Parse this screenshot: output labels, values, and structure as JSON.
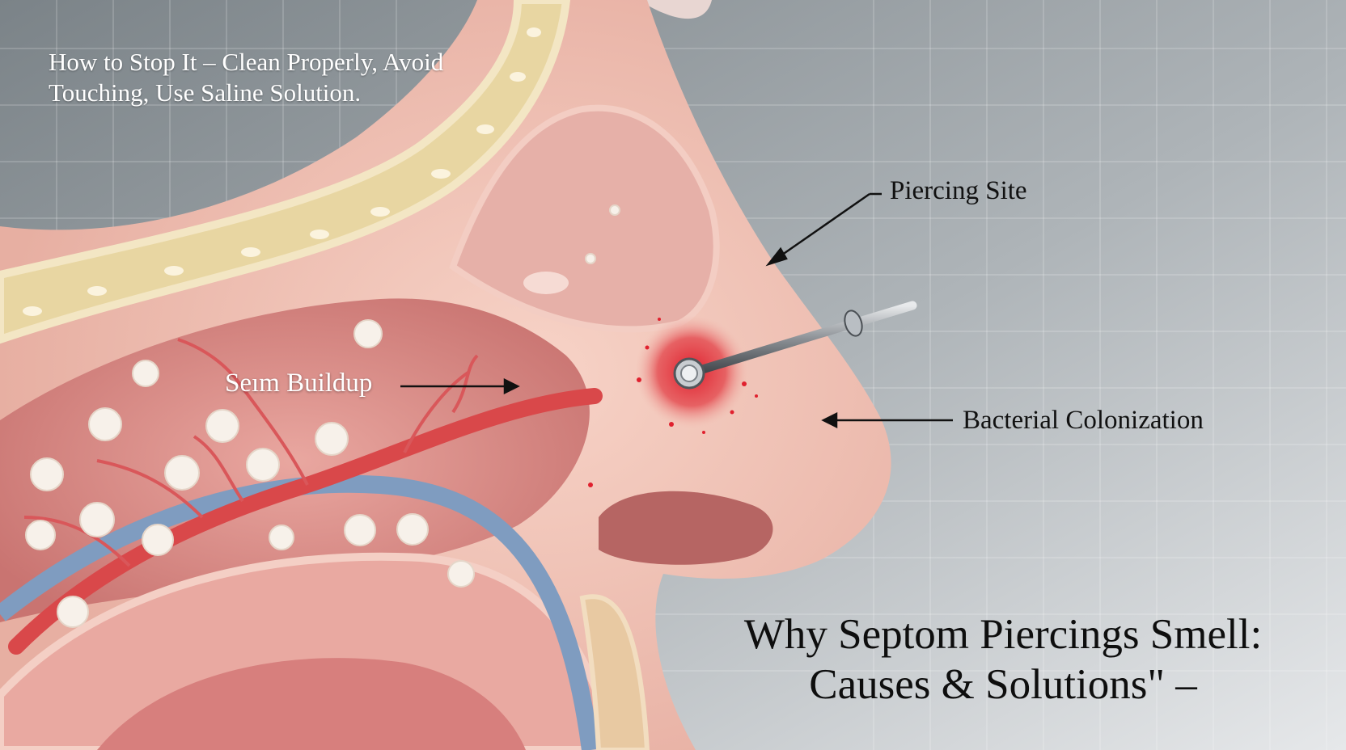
{
  "note": {
    "line1": "How to Stop It – Clean Properly, Avoid",
    "line2": "Touching, Use Saline Solution."
  },
  "labels": {
    "piercing_site": "Piercing Site",
    "sebum_buildup": "Seım Buildup",
    "bacterial_colonization": "Bacterial Colonization"
  },
  "title": {
    "line1": "Why Septom Piercings Smell:",
    "line2": "Causes & Solutions\" –"
  },
  "colors": {
    "background": "#8f979c",
    "skin": "#f1c3b6",
    "tissue": "#e9a59c",
    "bone": "#e8d6a2",
    "artery": "#d9484a",
    "vein": "#7f9cc0",
    "inflammation": "#e0202e",
    "text": "#111111"
  }
}
